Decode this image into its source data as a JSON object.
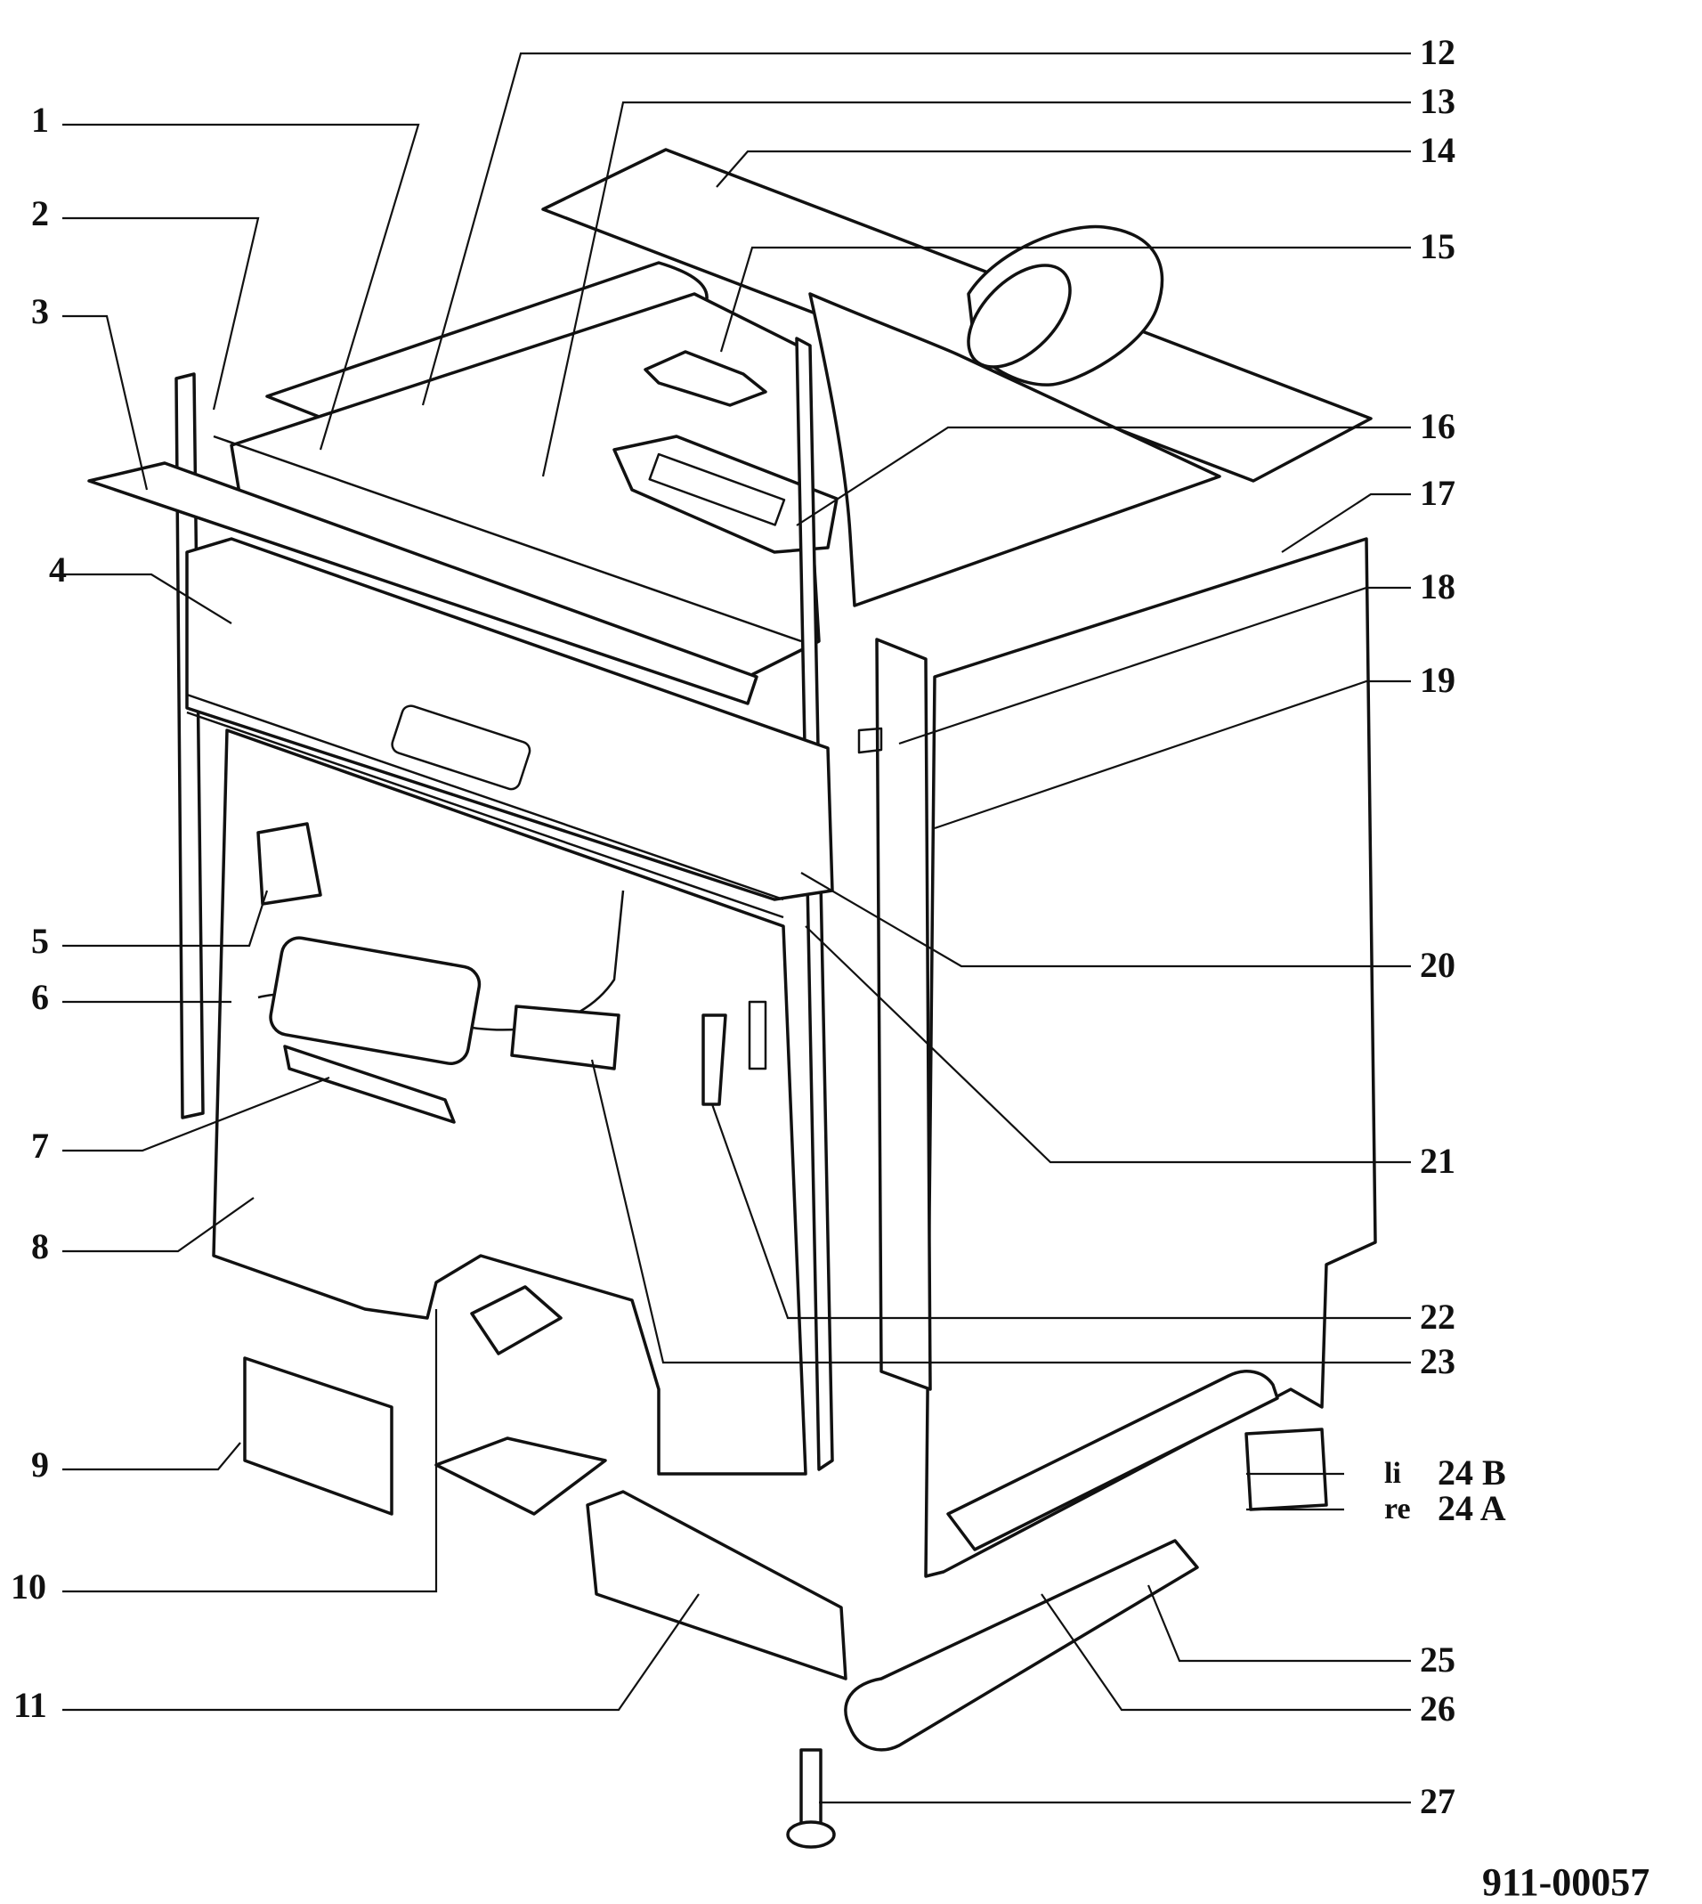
{
  "diagram": {
    "drawing_number": "911-00057",
    "labels": [
      {
        "id": "1",
        "text": "1"
      },
      {
        "id": "2",
        "text": "2"
      },
      {
        "id": "3",
        "text": "3"
      },
      {
        "id": "4",
        "text": "4"
      },
      {
        "id": "5",
        "text": "5"
      },
      {
        "id": "6",
        "text": "6"
      },
      {
        "id": "7",
        "text": "7"
      },
      {
        "id": "8",
        "text": "8"
      },
      {
        "id": "9",
        "text": "9"
      },
      {
        "id": "10",
        "text": "10"
      },
      {
        "id": "11",
        "text": "11"
      },
      {
        "id": "12",
        "text": "12"
      },
      {
        "id": "13",
        "text": "13"
      },
      {
        "id": "14",
        "text": "14"
      },
      {
        "id": "15",
        "text": "15"
      },
      {
        "id": "16",
        "text": "16"
      },
      {
        "id": "17",
        "text": "17"
      },
      {
        "id": "18",
        "text": "18"
      },
      {
        "id": "19",
        "text": "19"
      },
      {
        "id": "20",
        "text": "20"
      },
      {
        "id": "21",
        "text": "21"
      },
      {
        "id": "22",
        "text": "22"
      },
      {
        "id": "23",
        "text": "23"
      },
      {
        "id": "24B",
        "text": "24 B",
        "prefix": "li"
      },
      {
        "id": "24A",
        "text": "24 A",
        "prefix": "re"
      },
      {
        "id": "25",
        "text": "25"
      },
      {
        "id": "26",
        "text": "26"
      },
      {
        "id": "27",
        "text": "27"
      }
    ]
  }
}
